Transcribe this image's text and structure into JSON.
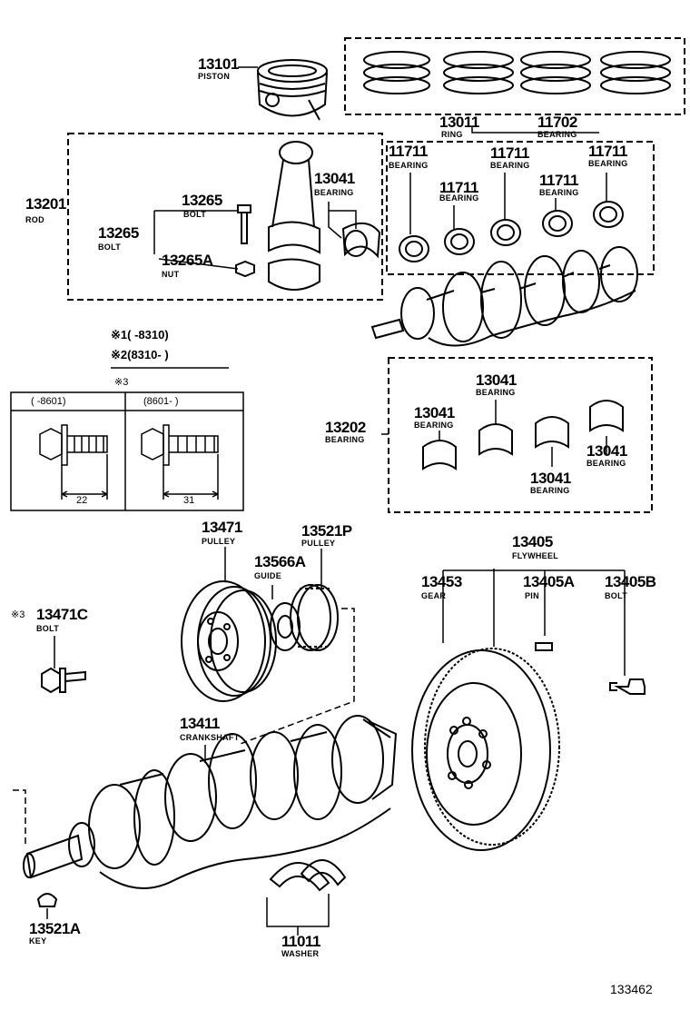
{
  "parts": {
    "piston": {
      "number": "13101",
      "name": "PISTON"
    },
    "ring": {
      "number": "13011",
      "name": "RING"
    },
    "bearing_main_set": {
      "number": "11702",
      "name": "BEARING"
    },
    "rod": {
      "number": "13201",
      "name": "ROD"
    },
    "rod_bolt_a": {
      "number": "13265",
      "name": "BOLT"
    },
    "rod_bolt_b": {
      "number": "13265",
      "name": "BOLT"
    },
    "rod_nut": {
      "number": "13265A",
      "name": "NUT"
    },
    "rod_bearing": {
      "number": "13041",
      "name": "BEARING"
    },
    "main_bearing_1": {
      "number": "11711",
      "name": "BEARING"
    },
    "main_bearing_2": {
      "number": "11711",
      "name": "BEARING"
    },
    "main_bearing_3": {
      "number": "11711",
      "name": "BEARING"
    },
    "main_bearing_4": {
      "number": "11711",
      "name": "BEARING"
    },
    "main_bearing_5": {
      "number": "11711",
      "name": "BEARING"
    },
    "rod_bearing_set": {
      "number": "13202",
      "name": "BEARING"
    },
    "rb_1": {
      "number": "13041",
      "name": "BEARING"
    },
    "rb_2": {
      "number": "13041",
      "name": "BEARING"
    },
    "rb_3": {
      "number": "13041",
      "name": "BEARING"
    },
    "rb_4": {
      "number": "13041",
      "name": "BEARING"
    },
    "pulley": {
      "number": "13471",
      "name": "PULLEY"
    },
    "pulley_p": {
      "number": "13521P",
      "name": "PULLEY"
    },
    "guide": {
      "number": "13566A",
      "name": "GUIDE"
    },
    "pulley_bolt": {
      "number": "13471C",
      "name": "BOLT",
      "mark": "※3"
    },
    "crankshaft": {
      "number": "13411",
      "name": "CRANKSHAFT"
    },
    "key": {
      "number": "13521A",
      "name": "KEY"
    },
    "washer": {
      "number": "11011",
      "name": "WASHER"
    },
    "flywheel": {
      "number": "13405",
      "name": "FLYWHEEL"
    },
    "gear": {
      "number": "13453",
      "name": "GEAR"
    },
    "pin": {
      "number": "13405A",
      "name": "PIN"
    },
    "flywheel_bolt": {
      "number": "13405B",
      "name": "BOLT"
    }
  },
  "notes": {
    "note1": "※1(   -8310)",
    "note2": "※2(8310-   )",
    "note3": "※3"
  },
  "table": {
    "col1_header": "(    -8601)",
    "col2_header": "(8601-    )",
    "col1_dim": "22",
    "col2_dim": "31"
  },
  "diagram_ref": "133462"
}
